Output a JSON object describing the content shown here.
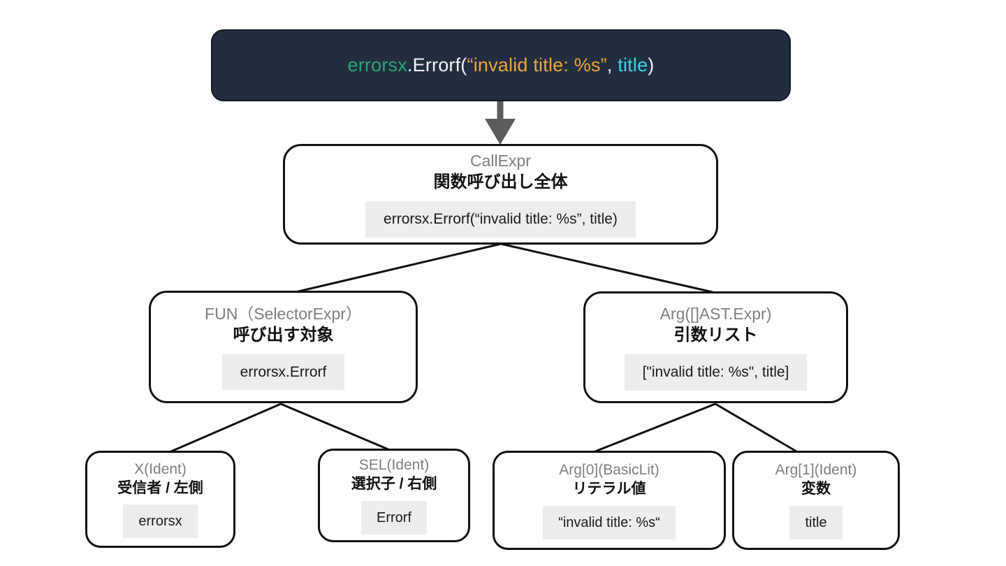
{
  "banner": {
    "code_parts": {
      "package": "errorsx",
      "call_open": ".Errorf(",
      "string_arg": "“invalid title: %s”",
      "comma": ", ",
      "variable": "title",
      "call_close": ")"
    },
    "colors": {
      "background": "#222e40",
      "package": "#2aa876",
      "plain": "#f2f5f7",
      "string": "#f0a632",
      "variable": "#35d6e9"
    }
  },
  "tree": {
    "nodes": {
      "callexpr": {
        "type_label": "CallExpr",
        "description": "関数呼び出し全体",
        "code": "errorsx.Errorf(“invalid title: %s”, title)"
      },
      "fun": {
        "type_label": "FUN（SelectorExpr）",
        "description": "呼び出す対象",
        "code": "errorsx.Errorf"
      },
      "args": {
        "type_label": "Arg([]AST.Expr)",
        "description": "引数リスト",
        "code": "[\"invalid title: %s\", title]"
      },
      "x": {
        "type_label": "X(Ident)",
        "description": "受信者 / 左側",
        "code": "errorsx"
      },
      "sel": {
        "type_label": "SEL(Ident)",
        "description": "選択子 / 右側",
        "code": "Errorf"
      },
      "arg0": {
        "type_label": "Arg[0](BasicLit)",
        "description": "リテラル値",
        "code": "“invalid title: %s“"
      },
      "arg1": {
        "type_label": "Arg[1](Ident)",
        "description": "変数",
        "code": "title"
      }
    }
  }
}
